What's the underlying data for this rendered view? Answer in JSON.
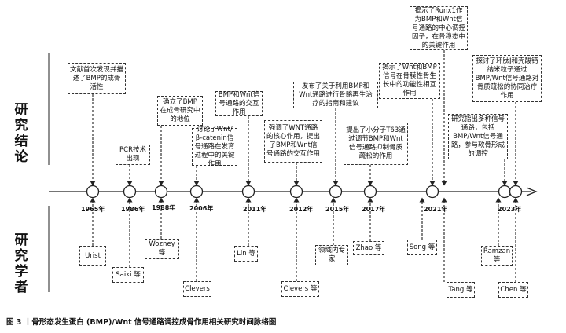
{
  "categories": {
    "top": "研究结论",
    "bottom": "研究学者"
  },
  "years": [
    "1965年",
    "1986年",
    "1988年",
    "2006年",
    "2011年",
    "2012年",
    "2015年",
    "2017年",
    "2021年",
    "2023年"
  ],
  "conclusions": [
    "文献首次发现并描述了BMP的成骨活性",
    "PCR技术出现",
    "确立了BMP在成骨研究中的地位",
    "讨论了Wnt/β-catenin信号通路在发育过程中的关键作用",
    "BMP和Wnt信号通路的交互作用",
    "强调了WNT通路的核心作用，提出了BMP和Wnt信号通路的交互作用",
    "发布了关于利用BMP和Wnt通路进行骨骼再生治疗的指南和建议",
    "提出了小分子T63通过调节BMP和Wnt信号通路抑制骨质疏松的作用",
    "揭示了Wnt和BMP信号在骨膜性骨生长中的功能性相互作用",
    "揭示了Runx1作为BMP和Wnt信号通路的中心调控因子，在骨稳态中的关键作用",
    "研究指出多种信号通路，包括BMP/Wnt信号通路，参与软骨形成的调控",
    "探讨了环肽J和壳酸钙纳米粒子通过BMP/Wnt信号通路对骨质疏松的协同治疗作用"
  ],
  "scholars": [
    "Urist",
    "Saiki 等",
    "Wozney 等",
    "Clevers",
    "Lin 等",
    "Clevers 等",
    "领域内专家",
    "Zhao 等",
    "Song 等",
    "Tang 等",
    "Ramzan 等",
    "Chen 等"
  ],
  "caption": "图 3 丨骨形态发生蛋白 (BMP)/Wnt 信号通路调控成骨作用相关研究时间脉络图"
}
